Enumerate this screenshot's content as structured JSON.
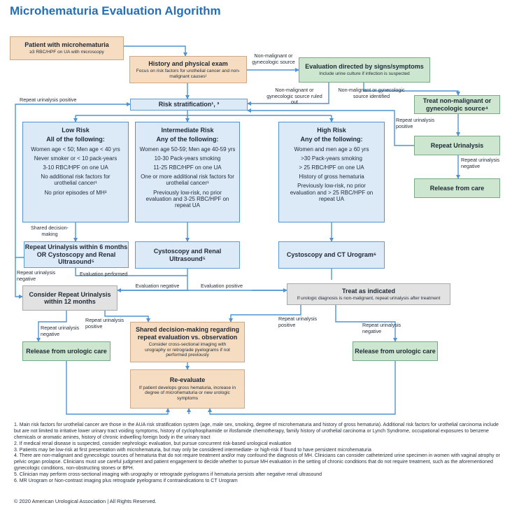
{
  "title": "Microhematuria Evaluation Algorithm",
  "boxes": {
    "patient": {
      "title": "Patient with microhematuria",
      "sub": "≥3 RBC/HPF on UA with microscopy"
    },
    "history": {
      "title": "History and physical exam",
      "sub": "Focus on risk factors for urothelial cancer and non-malignant causes¹"
    },
    "eval_signs": {
      "title": "Evaluation directed by signs/symptoms",
      "sub": "Include urine culture if infection is suspected"
    },
    "treat_nonmalignant": {
      "title": "Treat non-malignant or gynecologic source⁴"
    },
    "risk": {
      "title": "Risk stratification¹, ³"
    },
    "repeat_ua_right": {
      "title": "Repeat Urinalysis"
    },
    "release_care": {
      "title": "Release from care"
    },
    "low": {
      "title": "Low Risk",
      "subtitle": "All of the following:",
      "lines": [
        "Women age < 50; Men age < 40 yrs",
        "Never smoker or < 10 pack-years",
        "3-10 RBC/HPF on one UA",
        "No additional risk factors for urothelial cancer¹",
        "No prior episodes of MH³"
      ]
    },
    "intermediate": {
      "title": "Intermediate Risk",
      "subtitle": "Any of the following:",
      "lines": [
        "Women age 50-59; Men age 40-59 yrs",
        "10-30 Pack-years smoking",
        "11-25 RBC/HPF on one UA",
        "One or more additional risk factors for urothelial cancer¹",
        "Previously low-risk, no prior evaluation and 3-25 RBC/HPF on repeat UA"
      ]
    },
    "high": {
      "title": "High Risk",
      "subtitle": "Any of the following:",
      "lines": [
        "Women and men age ≥ 60 yrs",
        ">30 Pack-years smoking",
        "> 25 RBC/HPF on one UA",
        "History of gross hematuria",
        "Previously low-risk, no prior evaluation and > 25 RBC/HPF on repeat UA"
      ]
    },
    "repeat_within6": {
      "title": "Repeat Urinalysis within 6 months OR Cystoscopy and Renal Ultrasound⁵"
    },
    "cysto_renal": {
      "title": "Cystoscopy and Renal Ultrasound⁵"
    },
    "cysto_ct": {
      "title": "Cystoscopy and CT Urogram⁶"
    },
    "consider_repeat": {
      "title": "Consider Repeat Urinalysis within 12 months"
    },
    "treat_indicated": {
      "title": "Treat as indicated",
      "sub": "If urologic diagnosis is non-malignant, repeat urinalysis after treatment"
    },
    "release_uro_left": {
      "title": "Release from urologic care"
    },
    "shared": {
      "title": "Shared decision-making regarding repeat evaluation vs. observation",
      "sub": "Consider cross-sectional imaging with urography or retrograde pyelograms if not performed previously"
    },
    "release_uro_right": {
      "title": "Release from urologic care"
    },
    "reevaluate": {
      "title": "Re-evaluate",
      "sub": "If patient develops gross hematuria, increase in degree of microhematuria or new urologic symptoms"
    }
  },
  "labels": {
    "nonmal_gyn_source": "Non-malignant or gynecologic source",
    "nonmal_ruled_out": "Non-malignant or gynecologic source ruled out",
    "nonmal_identified": "Non-malignant or gynecologic source identified",
    "repeat_ua_positive_top": "Repeat urinalysis positive",
    "repeat_ua_positive_right": "Repeat urinalysis positive",
    "repeat_ua_negative_right": "Repeat urinalysis negative",
    "shared_decision": "Shared decision-making",
    "repeat_ua_negative_left": "Repeat urinalysis negative",
    "evaluation_performed": "Evaluation performed",
    "evaluation_negative": "Evaluation negative",
    "evaluation_positive": "Evaluation positive",
    "repeat_ua_negative_bl": "Repeat urinalysis negative",
    "repeat_ua_positive_bm": "Repeat urinalysis positive",
    "repeat_ua_positive_bc": "Repeat urinalysis positive",
    "repeat_ua_negative_br": "Repeat urinalysis negative"
  },
  "footnotes": [
    "1. Main risk factors for urothelial cancer are those in the AUA risk stratification system (age, male sex, smoking, degree of microhematuria and history of gross hematuria). Additional risk factors for urothelial carcinoma include but are not limited to irritative lower urinary tract voiding symptoms, history of cyclophosphamide or ifosfamide chemotherapy, family history of urothelial carcinoma or Lynch Syndrome, occupational exposures to benzene chemicals or aromatic amines, history of chronic indwelling foreign body in the urinary tract",
    "2. If medical renal disease is suspected, consider nephrologic evaluation, but pursue concurrent risk-based urological evaluation",
    "3. Patients may be low-risk at first presentation with microhematuria, but may only be considered intermediate- or high-risk if found to have persistent microhematuria",
    "4. There are non-malignant and gynecologic sources of hematuria that do not require treatment and/or may confound the diagnosis of MH. Clinicians can consider catheterized urine specimen in women with vaginal atrophy or pelvic organ prolapse. Clinicians must use careful judgment and patient engagement to decide whether to pursue MH evaluation in the setting of chronic conditions that do not require treatment, such as the aforementioned gynecologic conditions, non-obstructing stones or BPH.",
    "5. Clinician may perform cross-sectional imaging with urography or retrograde pyelograms if hematuria persists after negative renal ultrasound",
    "6. MR Urogram or Non-contrast imaging plus retrograde pyelograms if contraindications to CT Urogram"
  ],
  "copyright": "© 2020 American Urological Association | All Rights Reserved.",
  "colors": {
    "title": "#2470b8",
    "peach": "#f6ddc1",
    "blue": "#dceaf7",
    "green": "#cde6d0",
    "gray": "#e2e2e2",
    "arrow": "#4f93d2"
  }
}
